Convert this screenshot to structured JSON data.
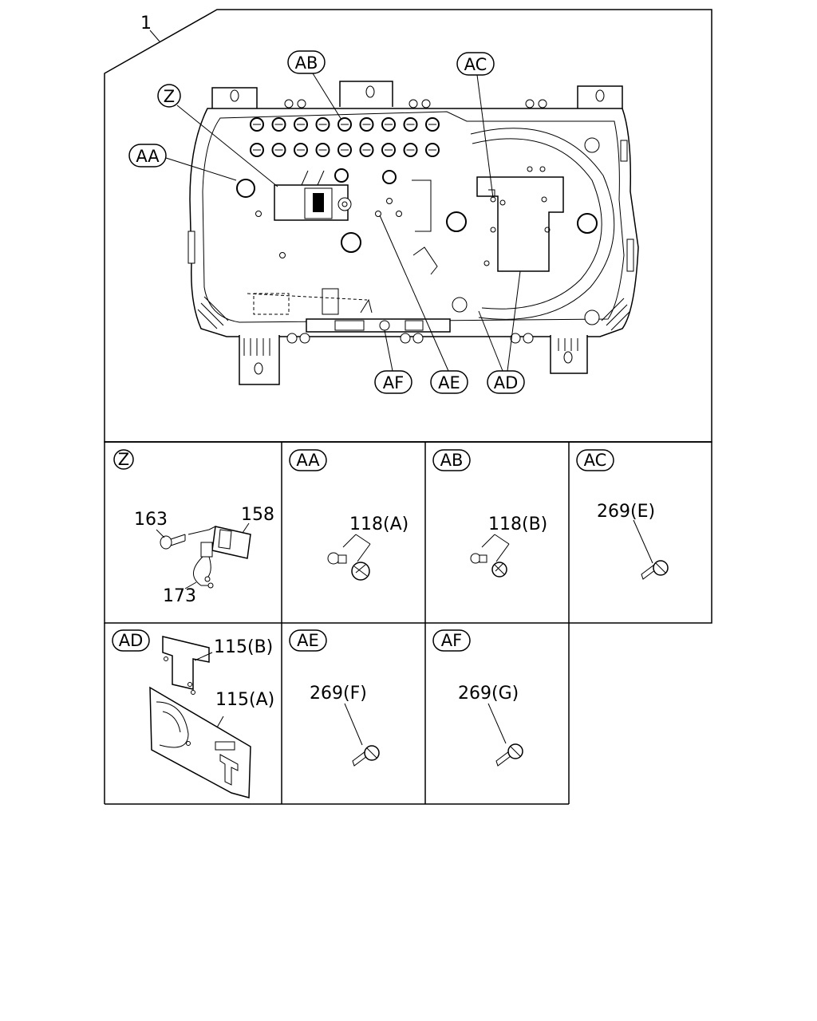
{
  "assembly": {
    "ref": "1"
  },
  "callouts": {
    "z": "Z",
    "aa": "AA",
    "ab": "AB",
    "ac": "AC",
    "ad": "AD",
    "ae": "AE",
    "af": "AF"
  },
  "details": {
    "z": {
      "header": "Z",
      "parts": [
        "163",
        "158",
        "173"
      ]
    },
    "aa": {
      "header": "AA",
      "parts": [
        "118(A)"
      ]
    },
    "ab": {
      "header": "AB",
      "parts": [
        "118(B)"
      ]
    },
    "ac": {
      "header": "AC",
      "parts": [
        "269(E)"
      ]
    },
    "ad": {
      "header": "AD",
      "parts": [
        "115(B)",
        "115(A)"
      ]
    },
    "ae": {
      "header": "AE",
      "parts": [
        "269(F)"
      ]
    },
    "af": {
      "header": "AF",
      "parts": [
        "269(G)"
      ]
    }
  }
}
